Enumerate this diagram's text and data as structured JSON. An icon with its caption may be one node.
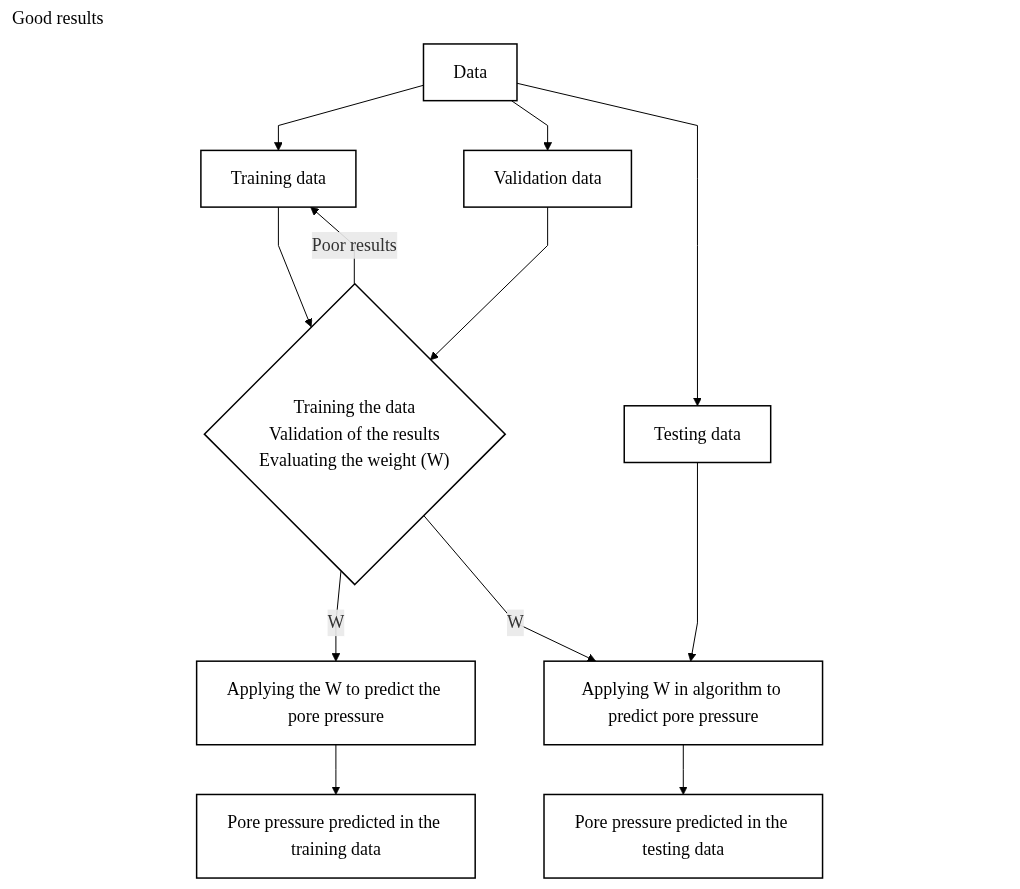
{
  "diagram": {
    "nodes": [
      {
        "text": [
          "Data"
        ]
      },
      {
        "text": [
          "Training data"
        ]
      },
      {
        "text": [
          "Validation data"
        ]
      },
      {
        "text": [
          "Testing data"
        ]
      },
      {
        "text": [
          "Training the data",
          "Validation of the results",
          "Evaluating the weight (W)"
        ]
      },
      {
        "text": [
          "Applying the W to predict the pore pressure"
        ]
      },
      {
        "text": [
          "Pore pressure predicted in the training data"
        ]
      },
      {
        "text": [
          "Applying W in algorithm to predict pore pressure"
        ]
      },
      {
        "text": [
          "Pore pressure predicted in the testing data"
        ]
      }
    ],
    "edges": [
      {
        "from": 0,
        "to": 1,
        "arrow": "to"
      },
      {
        "from": 0,
        "to": 2,
        "arrow": "to"
      },
      {
        "from": 0,
        "to": 3,
        "arrow": "to"
      },
      {
        "from": 1,
        "to": 4,
        "arrow": "to"
      },
      {
        "from": 2,
        "to": 4,
        "arrow": "to"
      },
      {
        "from": 4,
        "to": 1,
        "label": "Poor results",
        "arrow": "to"
      },
      {
        "from": 4,
        "to": 5,
        "label": "W",
        "arrow": "to"
      },
      {
        "from": 4,
        "to": 7,
        "label": "W",
        "arrow": "to"
      },
      {
        "from": 3,
        "to": 7,
        "arrow": "to"
      },
      {
        "from": 5,
        "to": 6,
        "arrow": "to"
      },
      {
        "from": 7,
        "to": 8,
        "arrow": "to"
      }
    ],
    "labels": [
      "Good results"
    ]
  }
}
